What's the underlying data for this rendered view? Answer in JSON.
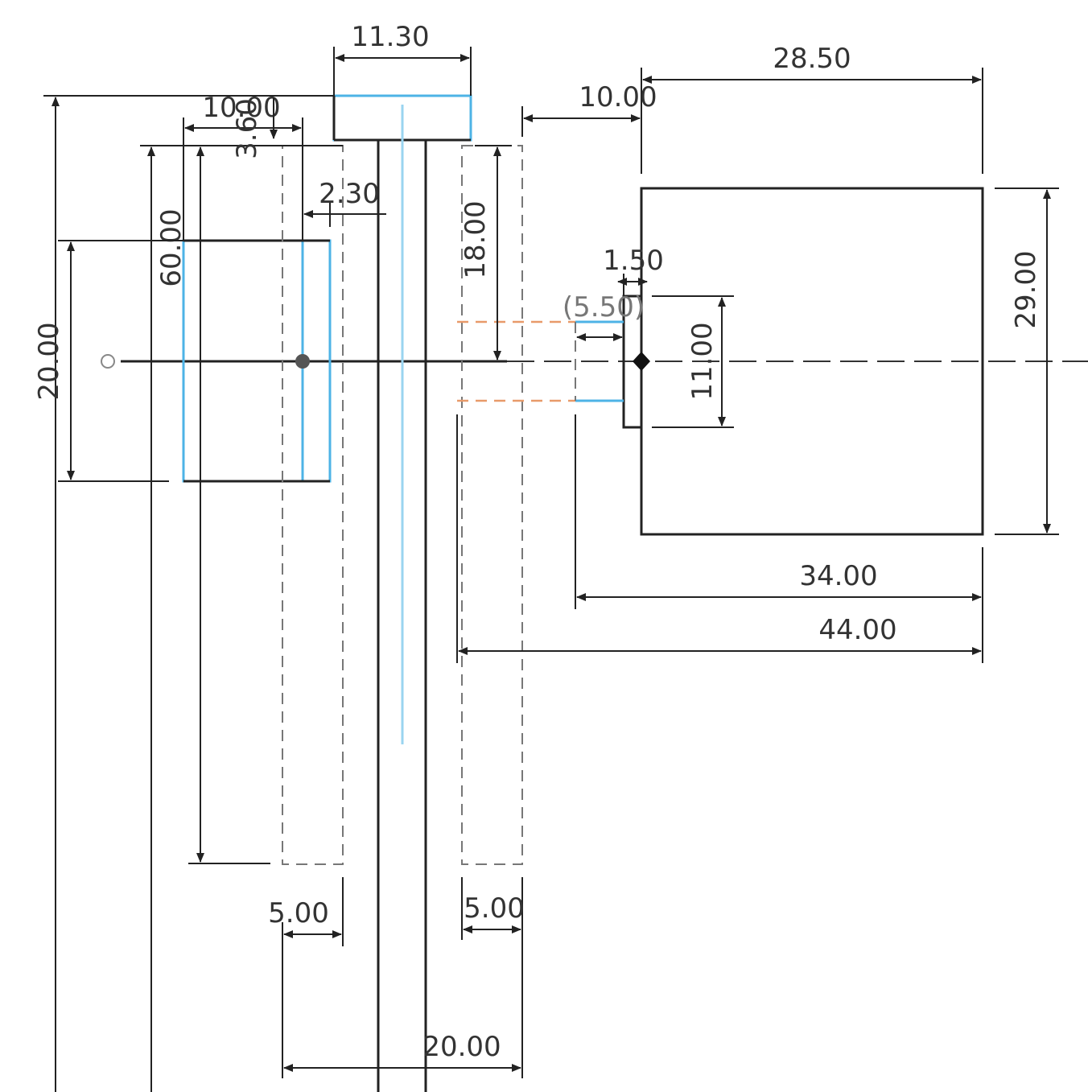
{
  "dimensions": {
    "d_11_30": "11.30",
    "d_28_50": "28.50",
    "d_10_00_top": "10.00",
    "d_10_00_left": "10.00",
    "d_3_60": "3.60",
    "d_2_30": "2.30",
    "d_60_00": "60.00",
    "d_18_00": "18.00",
    "d_1_50": "1.50",
    "d_5_50_ref": "(5.50)",
    "d_11_00": "11.00",
    "d_20_00_left": "20.00",
    "d_29_00": "29.00",
    "d_34_00": "34.00",
    "d_44_00": "44.00",
    "d_5_00_left": "5.00",
    "d_5_00_right": "5.00",
    "d_20_00_bottom": "20.00"
  },
  "colors": {
    "geometry": "#222222",
    "construction": "#777777",
    "selected": "#4db3e6",
    "projected": "#e89a6a"
  }
}
